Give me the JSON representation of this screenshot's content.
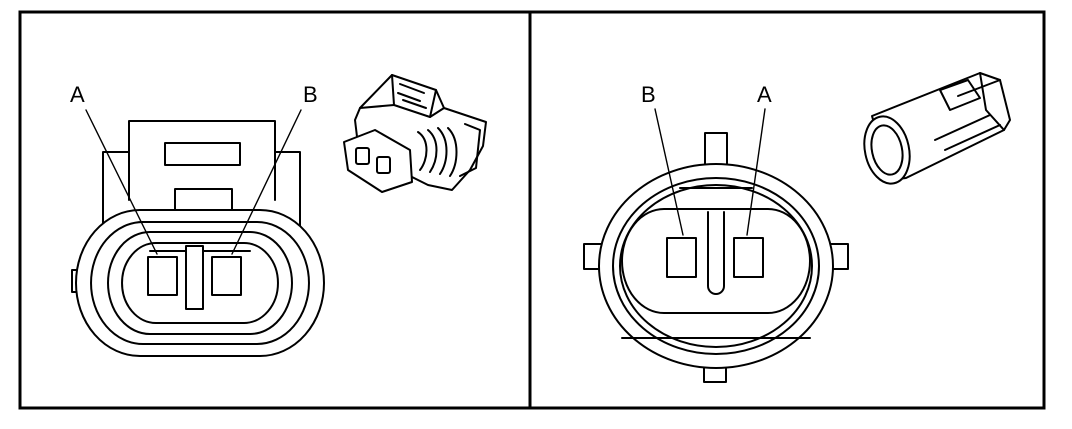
{
  "left_panel": {
    "label_a": "A",
    "label_b": "B"
  },
  "right_panel": {
    "label_b": "B",
    "label_a": "A"
  },
  "colors": {
    "line": "#000000",
    "background": "#ffffff"
  }
}
